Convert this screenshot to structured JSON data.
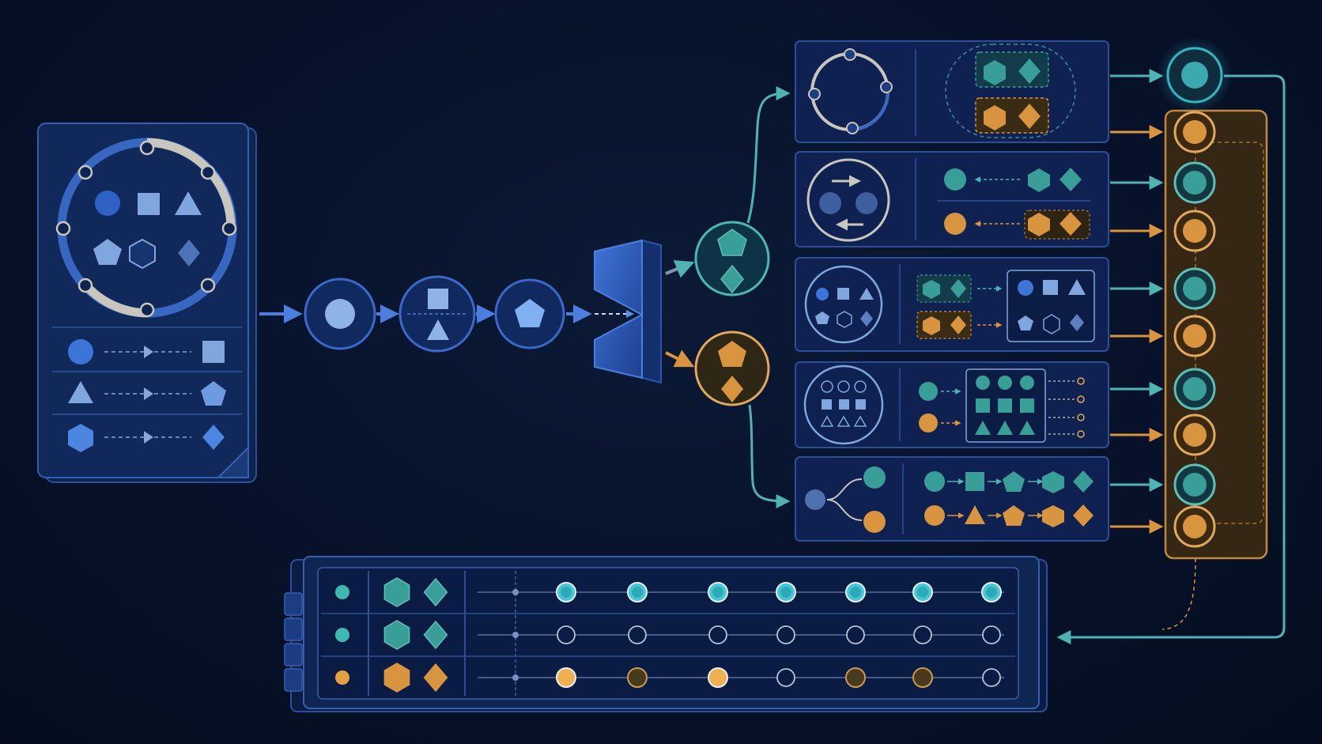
{
  "colors": {
    "background": "#07122a",
    "panel": "#0f2550",
    "panel_dark": "#0b1a3a",
    "panel_stroke": "#2b4f9a",
    "blue_light": "#7fa6dd",
    "blue_fill": "#3c6bc4",
    "blue_accent": "#4a7fe0",
    "teal": "#3a9e98",
    "teal_light": "#5cc0b8",
    "teal_bright": "#47c7d6",
    "orange": "#d8943f",
    "orange_light": "#e2a85c",
    "grey_light": "#c9c6bd"
  },
  "diagram": {
    "source_card": {
      "ring_shapes": [
        "circle",
        "square",
        "triangle",
        "pentagon",
        "hexagon",
        "diamond"
      ],
      "mappings": [
        {
          "from": "circle",
          "to": "square"
        },
        {
          "from": "triangle",
          "to": "pentagon"
        },
        {
          "from": "hexagon",
          "to": "diamond"
        }
      ]
    },
    "pipeline_stages": [
      "circle",
      "square-over-triangle",
      "pentagon"
    ],
    "splitter": "funnel-prism",
    "branches": [
      {
        "name": "teal",
        "color": "teal",
        "shapes": [
          "pentagon",
          "diamond"
        ]
      },
      {
        "name": "orange",
        "color": "orange",
        "shapes": [
          "pentagon",
          "diamond"
        ]
      }
    ],
    "modules": [
      {
        "kind": "cycle",
        "outputs": [
          "teal"
        ]
      },
      {
        "kind": "swap",
        "outputs": [
          "teal",
          "orange"
        ]
      },
      {
        "kind": "grouping",
        "outputs": [
          "teal",
          "orange"
        ]
      },
      {
        "kind": "grid-expansion",
        "outputs": [
          "teal",
          "orange"
        ]
      },
      {
        "kind": "fork-sequence",
        "outputs": [
          "teal",
          "orange"
        ]
      }
    ],
    "collector_nodes": [
      "teal",
      "orange",
      "teal",
      "orange",
      "teal",
      "orange",
      "teal",
      "orange",
      "teal",
      "orange"
    ],
    "timeline": {
      "rows": [
        {
          "color": "teal",
          "shapes": [
            "hexagon",
            "diamond"
          ],
          "steps": [
            "filled",
            "filled",
            "filled",
            "filled",
            "filled",
            "filled",
            "filled"
          ]
        },
        {
          "color": "teal",
          "shapes": [
            "hexagon",
            "diamond"
          ],
          "steps": [
            "empty",
            "empty",
            "empty",
            "empty",
            "empty",
            "empty",
            "empty"
          ]
        },
        {
          "color": "orange",
          "shapes": [
            "hexagon",
            "diamond"
          ],
          "steps": [
            "filled",
            "dim",
            "filled",
            "empty",
            "dim",
            "dim",
            "empty"
          ]
        }
      ]
    }
  }
}
